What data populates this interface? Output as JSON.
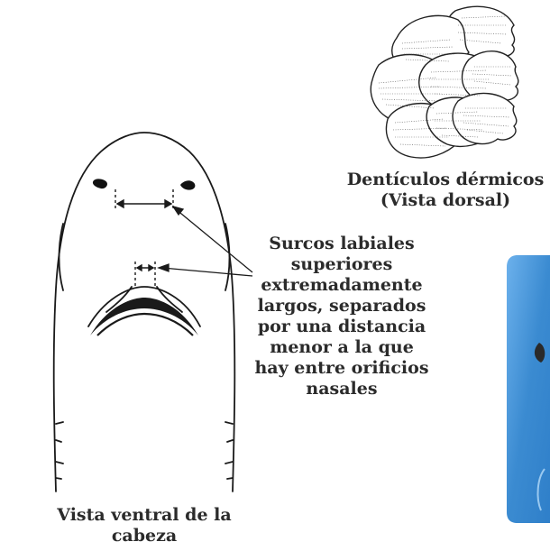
{
  "denticles": {
    "caption_lines": [
      "Dentículos dérmicos",
      "(Vista dorsal)"
    ]
  },
  "head": {
    "caption_lines": [
      "Vista ventral de la",
      "cabeza"
    ]
  },
  "annotation": {
    "lines": [
      "Surcos labiales",
      "superiores",
      "extremadamente",
      "largos, separados",
      "por una distancia",
      "menor a la que",
      "hay entre orificios",
      "nasales"
    ]
  },
  "photo": {
    "color": "#3b8bd1"
  }
}
